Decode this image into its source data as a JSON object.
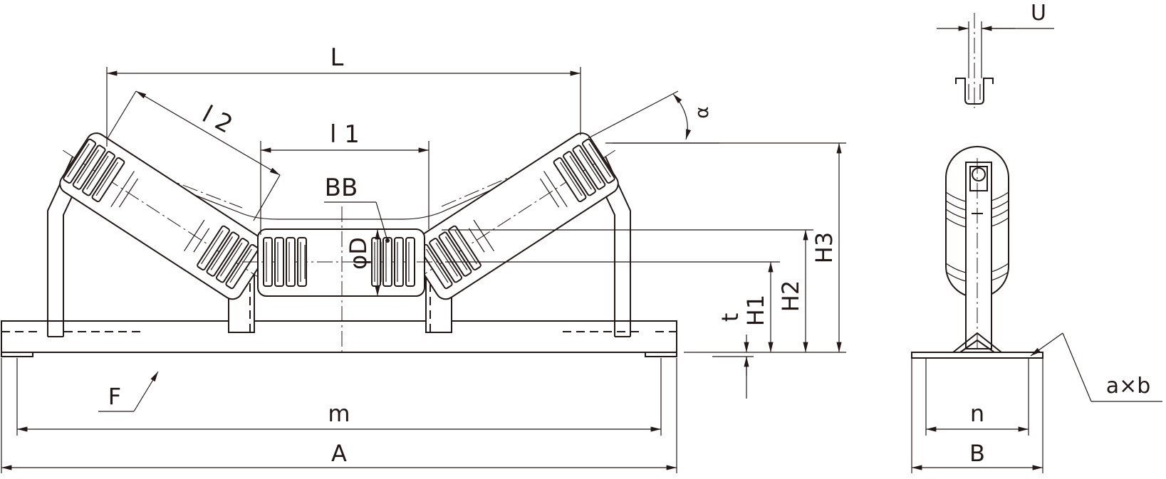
{
  "labels": {
    "L": "L",
    "l2": "l 2",
    "l1": "l 1",
    "BB": "BB",
    "phiD": "φD",
    "alpha": "α",
    "H1": "H1",
    "H2": "H2",
    "H3": "H3",
    "t": "t",
    "F": "F",
    "m": "m",
    "A": "A",
    "U": "U",
    "n": "n",
    "B": "B",
    "axb": "a×b"
  }
}
